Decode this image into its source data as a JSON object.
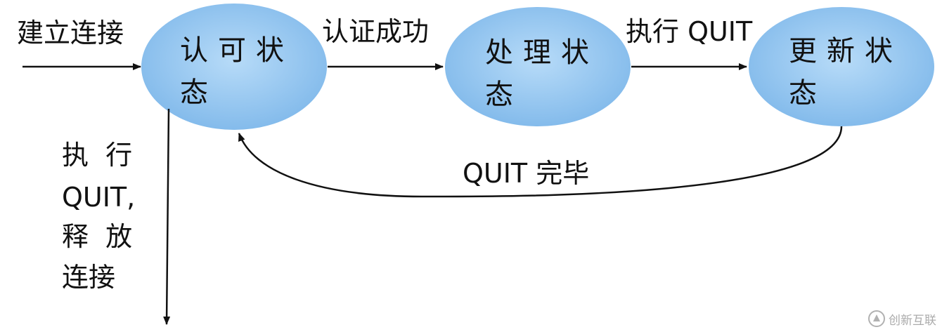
{
  "states": {
    "authorization": {
      "line1": "认可状",
      "line2": "态"
    },
    "transaction": {
      "line1": "处理状",
      "line2": "态"
    },
    "update": {
      "line1": "更新状",
      "line2": "态"
    }
  },
  "transitions": {
    "connect": "建立连接",
    "auth_success": "认证成功",
    "exec_quit": "执行 QUIT",
    "quit_done": "QUIT 完毕",
    "release": {
      "line1": "执  行",
      "line2": "QUIT,",
      "line3": "释  放",
      "line4": "连接"
    }
  },
  "watermark": {
    "text": "创新互联"
  },
  "colors": {
    "state_fill": "#8ec3ef",
    "state_fill_center": "#b7dbf8",
    "arrow": "#111111"
  }
}
